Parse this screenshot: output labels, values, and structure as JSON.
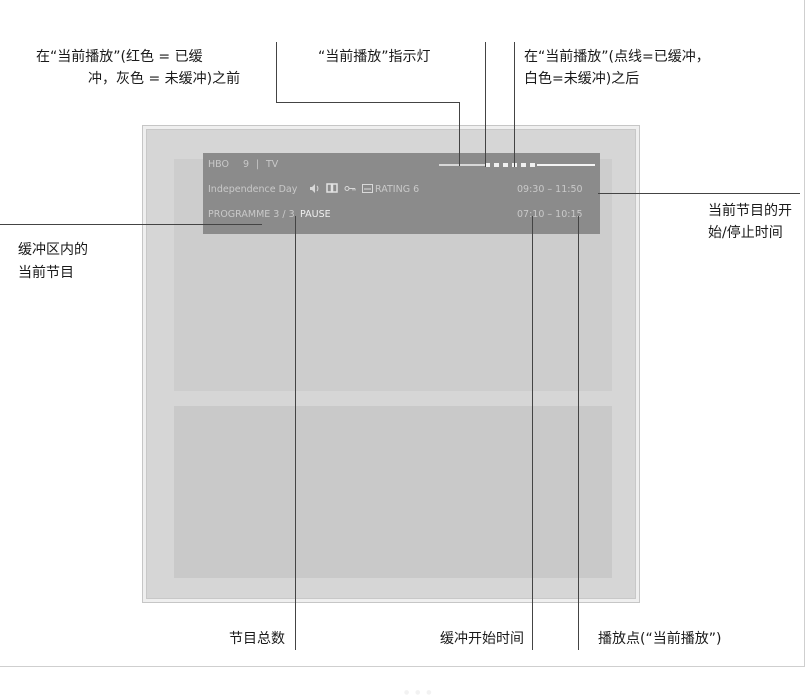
{
  "osd": {
    "channel_name": "HBO",
    "channel_number": "9",
    "separator": "|",
    "source": "TV",
    "programme_title": "Independence Day",
    "icons": [
      "speaker-icon",
      "book-icon",
      "key-icon",
      "subtitle-icon"
    ],
    "rating": "RATING 6",
    "programme_time": "09:30 – 11:50",
    "programme_count": "PROGRAMME 3 / 3",
    "status": "PAUSE",
    "buffer_time": "07:10 – 10:15"
  },
  "callouts": {
    "before_current_line1": "在“当前播放”(红色 = 已缓",
    "before_current_line2": "冲，灰色 = 未缓冲)之前",
    "current_indicator": "“当前播放”指示灯",
    "after_current_line1": "在“当前播放”(点线=已缓冲，",
    "after_current_line2": "白色=未缓冲)之后",
    "programme_time_line1": "当前节目的开",
    "programme_time_line2": "始/停止时间",
    "buffer_programme_line1": "缓冲区内的",
    "buffer_programme_line2": "当前节目",
    "total_programmes": "节目总数",
    "buffer_start": "缓冲开始时间",
    "play_point": "播放点(“当前播放”)"
  }
}
